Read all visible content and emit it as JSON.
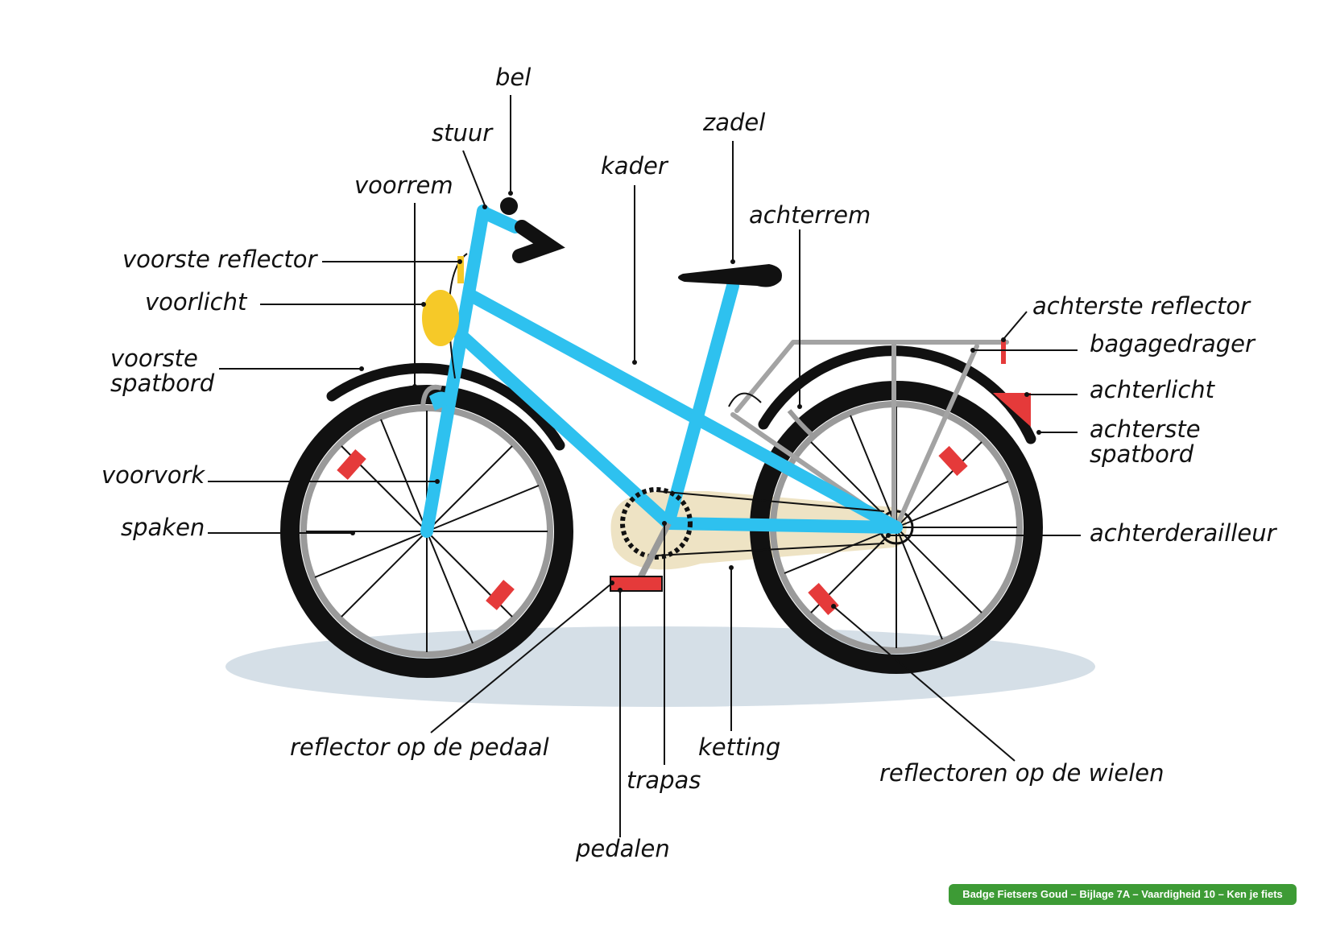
{
  "labels": {
    "bel": "bel",
    "stuur": "stuur",
    "voorrem": "voorrem",
    "kader": "kader",
    "zadel": "zadel",
    "achterrem": "achterrem",
    "voorste_reflector": "voorste reflector",
    "voorlicht": "voorlicht",
    "voorste_spatbord_1": "voorste",
    "voorste_spatbord_2": "spatbord",
    "voorvork": "voorvork",
    "spaken": "spaken",
    "achterste_reflector": "achterste reflector",
    "bagagedrager": "bagagedrager",
    "achterlicht": "achterlicht",
    "achterste_spatbord_1": "achterste",
    "achterste_spatbord_2": "spatbord",
    "achterderailleur": "achterderailleur",
    "reflector_op_de_pedaal": "reflector op de pedaal",
    "ketting": "ketting",
    "trapas": "trapas",
    "pedalen": "pedalen",
    "reflectoren_op_de_wielen": "reflectoren op de wielen"
  },
  "footer": "Badge Fietsers Goud – Bijlage 7A – Vaardigheid 10 – Ken je fiets",
  "colors": {
    "frame": "#2ec1ef",
    "reflector": "#e53a3a",
    "light": "#f6c928",
    "chainguard": "#eee3c4",
    "tire": "#111111",
    "rim": "#9a9a9a",
    "rack": "#a3a3a3",
    "shadow": "#d5dfe7",
    "footer": "#3d9b35"
  }
}
